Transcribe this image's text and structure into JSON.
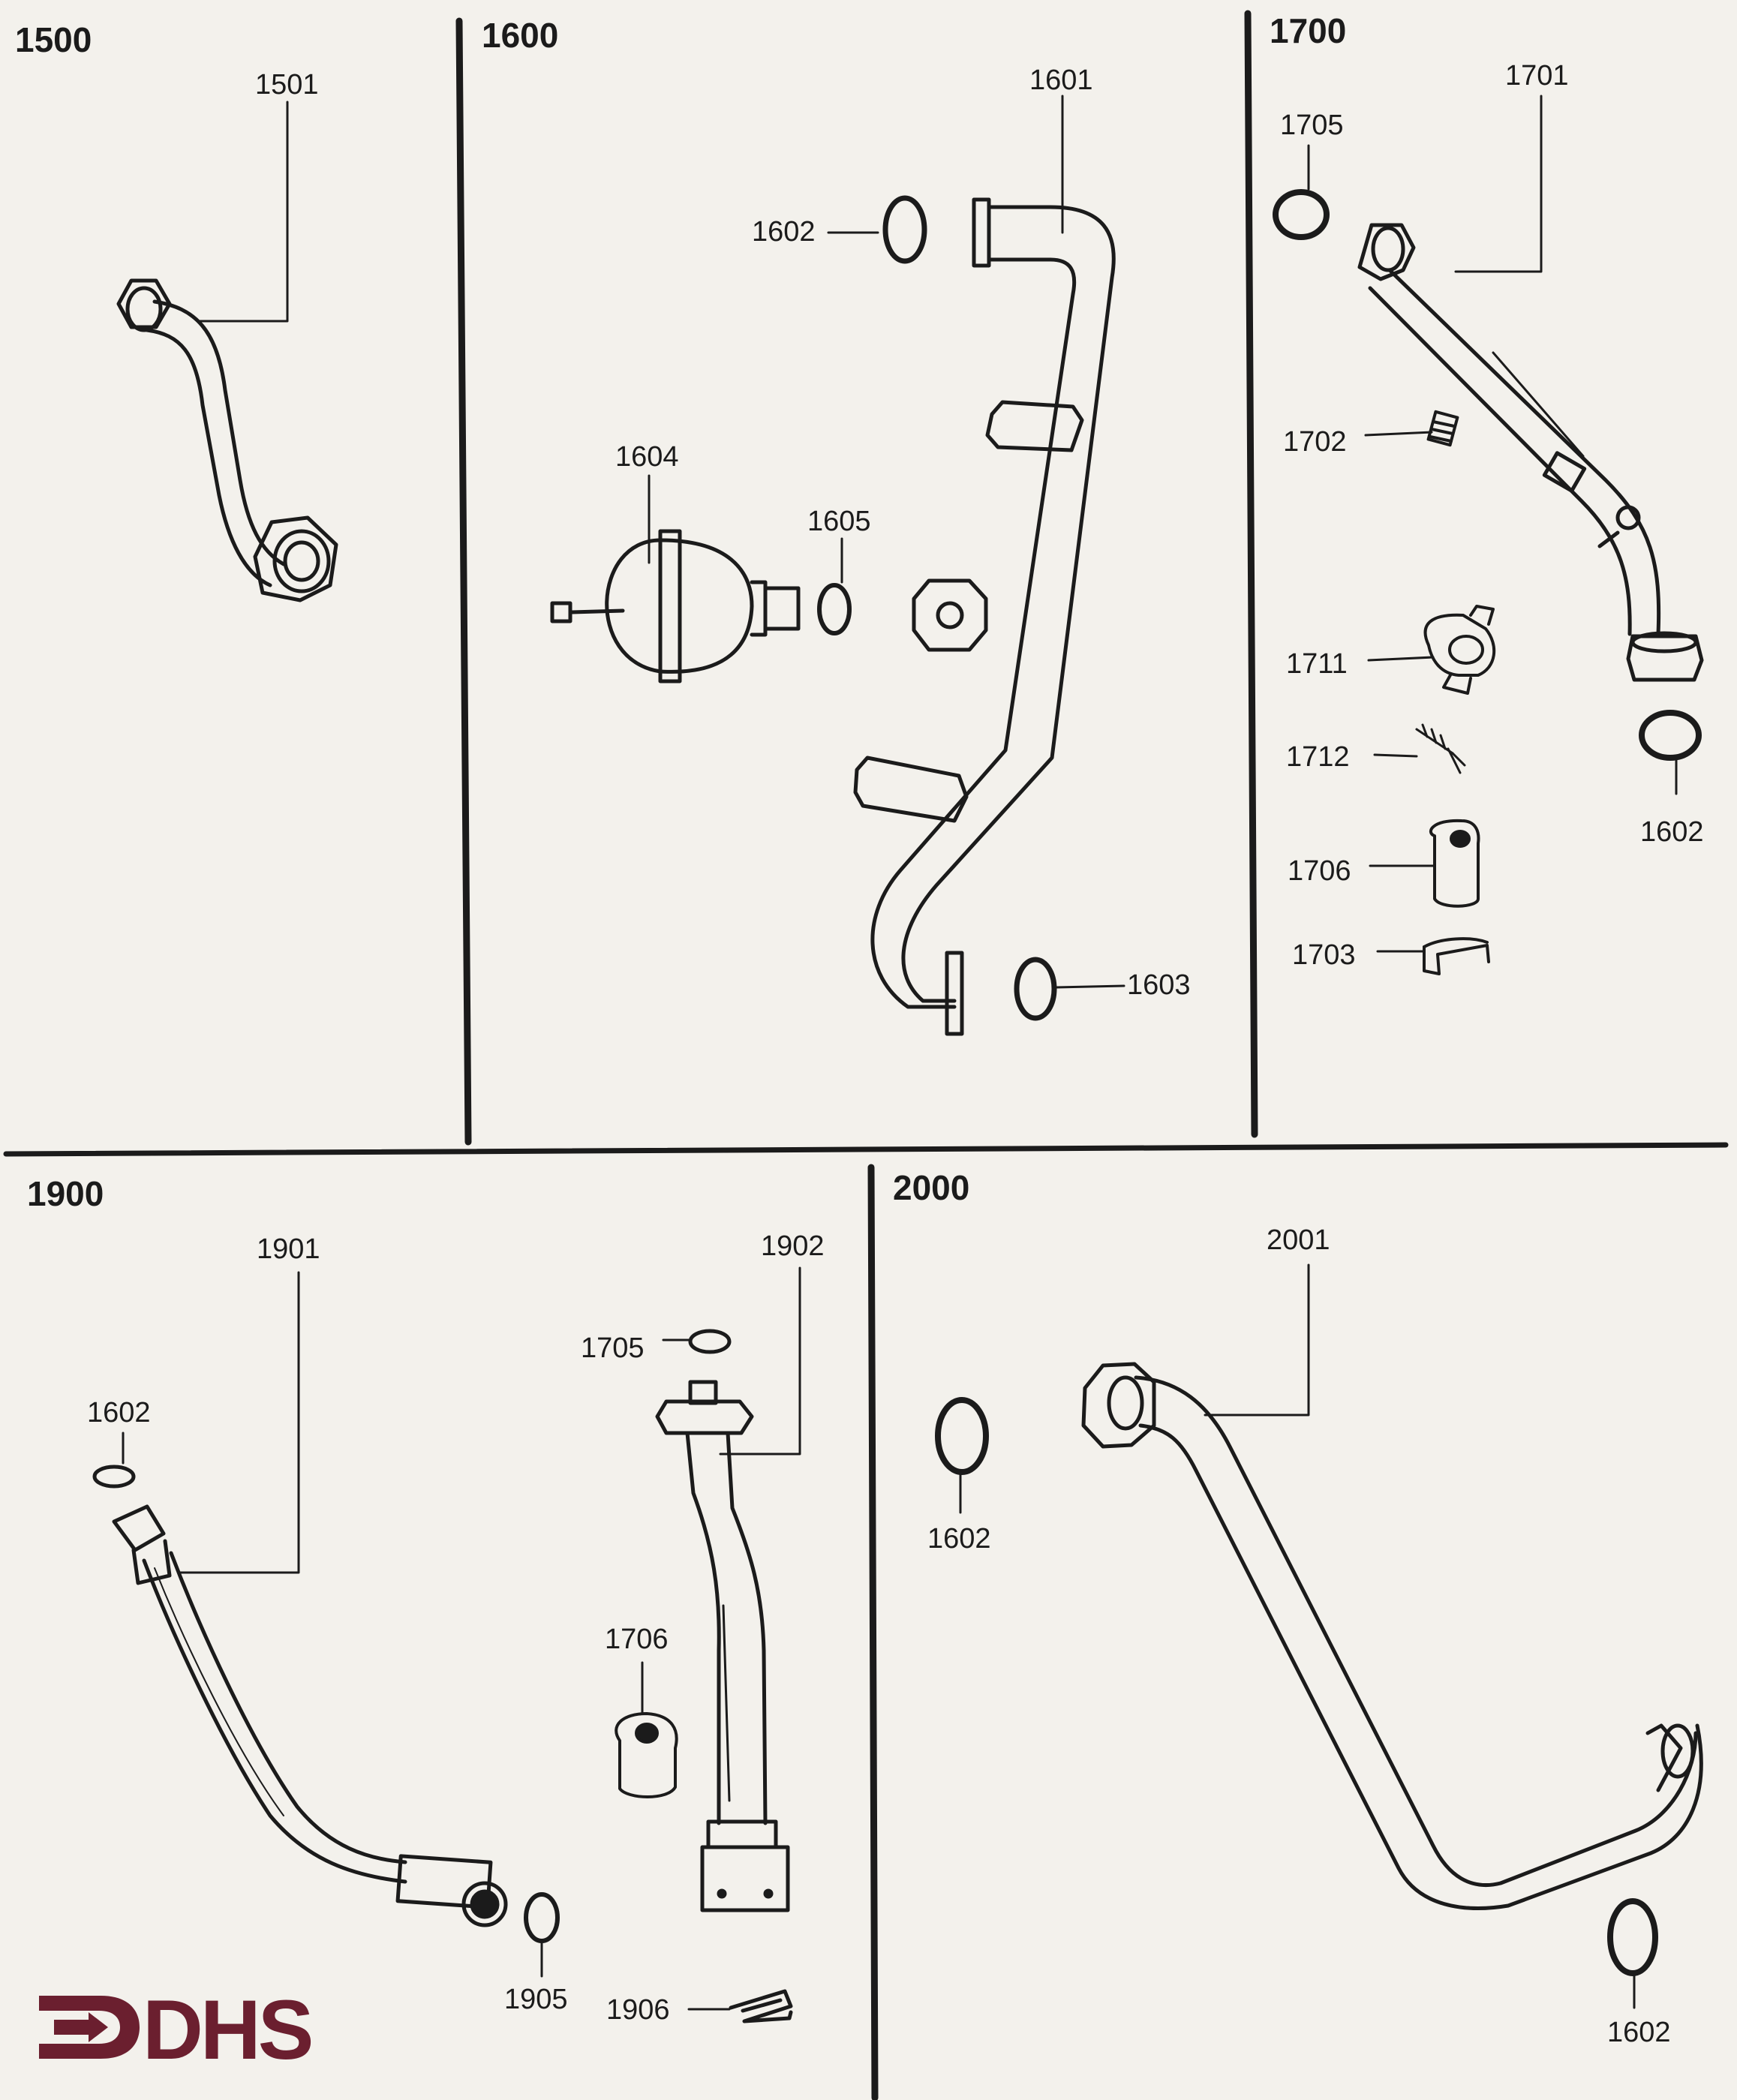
{
  "sections": {
    "s1500": {
      "title": "1500",
      "parts": {
        "p1501": "1501"
      }
    },
    "s1600": {
      "title": "1600",
      "parts": {
        "p1601": "1601",
        "p1602": "1602",
        "p1603": "1603",
        "p1604": "1604",
        "p1605": "1605"
      }
    },
    "s1700": {
      "title": "1700",
      "parts": {
        "p1701": "1701",
        "p1705": "1705",
        "p1702": "1702",
        "p1711": "1711",
        "p1712": "1712",
        "p1706": "1706",
        "p1703": "1703",
        "p1602": "1602"
      }
    },
    "s1900": {
      "title": "1900",
      "parts": {
        "p1901": "1901",
        "p1602": "1602",
        "p1902": "1902",
        "p1705": "1705",
        "p1706": "1706",
        "p1905": "1905",
        "p1906": "1906"
      }
    },
    "s2000": {
      "title": "2000",
      "parts": {
        "p2001": "2001",
        "p1602a": "1602",
        "p1602b": "1602"
      }
    }
  },
  "logo": {
    "text": "DHS",
    "color": "#6b1f2f"
  },
  "colors": {
    "paper": "#f3f1ec",
    "ink": "#1b1b1b"
  }
}
